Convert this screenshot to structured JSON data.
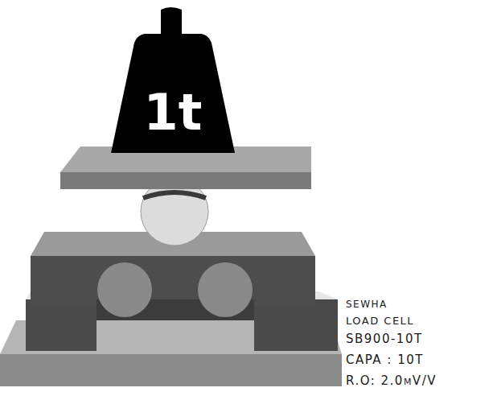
{
  "diagram": {
    "nodes": [
      {
        "text": [
          "1t"
        ]
      }
    ],
    "labels": [
      "SEWHA",
      "LOAD CELL",
      "SB900-10T",
      "CAPA : 10T",
      "R.O: 2.0mV/V"
    ]
  }
}
